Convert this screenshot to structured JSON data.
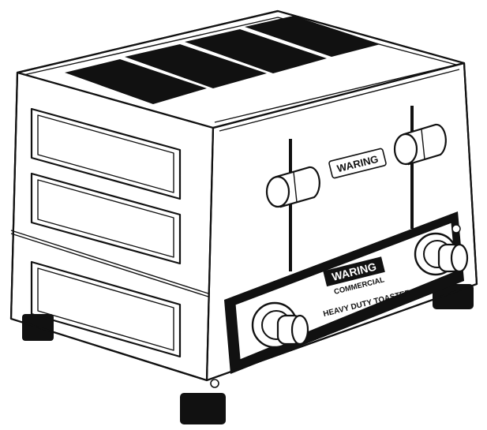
{
  "product": {
    "logo_lettering": "WARING",
    "logo_sub_lettering": "COMMERCIAL",
    "panel_caption": "HEAVY DUTY TOASTER",
    "ink_color": "#111111",
    "paper_color": "#ffffff"
  }
}
